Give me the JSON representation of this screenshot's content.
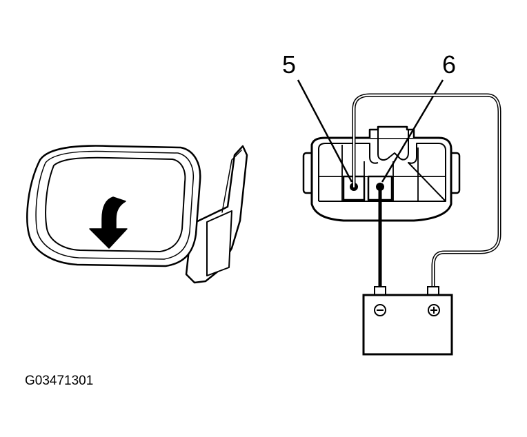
{
  "figure_code": "G03471301",
  "connector": {
    "terminals": [
      {
        "number": "5"
      },
      {
        "number": "6"
      }
    ]
  },
  "battery": {
    "negative_symbol": "⊖",
    "positive_symbol": "⊕"
  },
  "mirror": {
    "arrow_direction": "down"
  },
  "colors": {
    "line": "#000000",
    "background": "#ffffff"
  }
}
